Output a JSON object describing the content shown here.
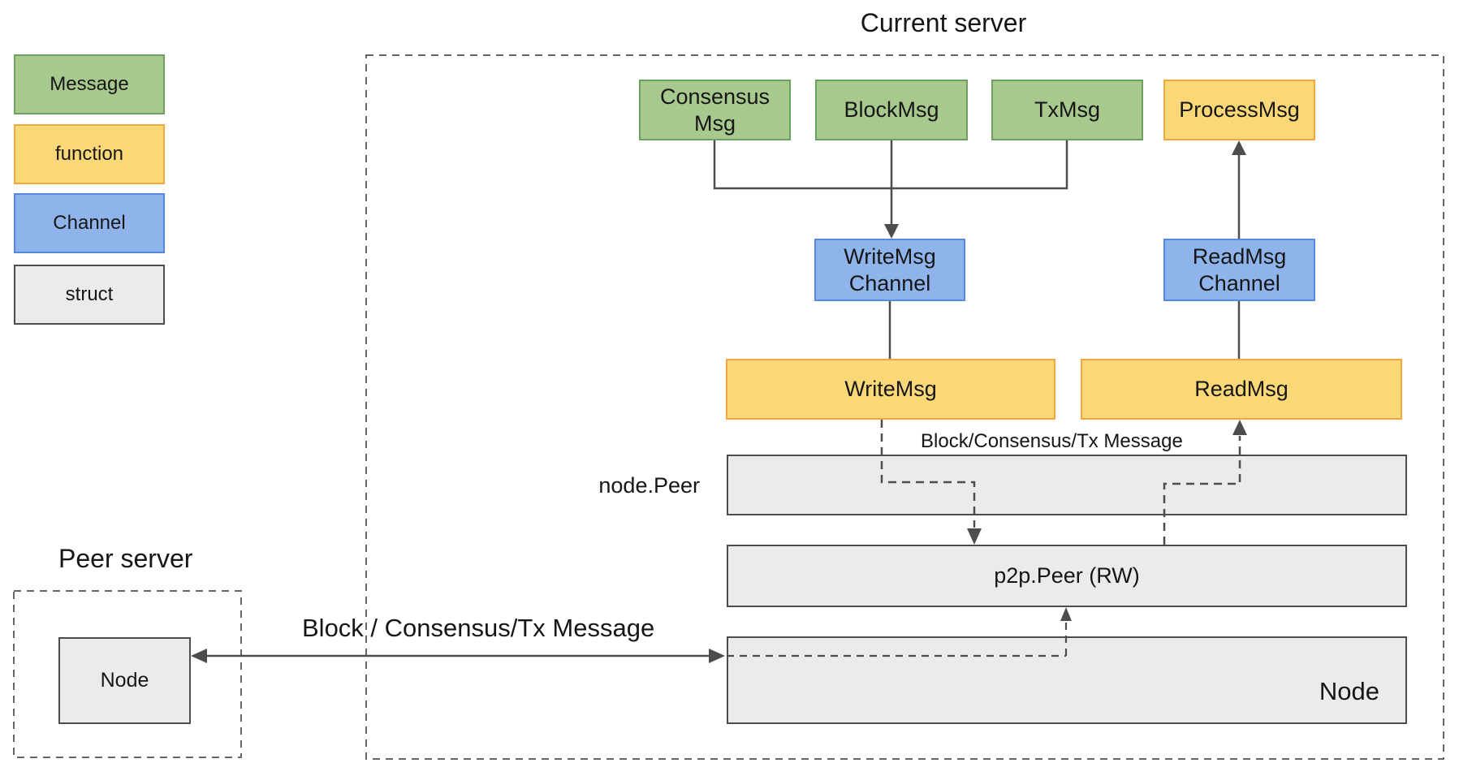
{
  "legend": {
    "items": [
      {
        "label": "Message",
        "type": "message"
      },
      {
        "label": "function",
        "type": "function"
      },
      {
        "label": "Channel",
        "type": "channel"
      },
      {
        "label": "struct",
        "type": "struct"
      }
    ]
  },
  "current_server": {
    "title": "Current server",
    "messages": {
      "consensus": "Consensus\nMsg",
      "block": "BlockMsg",
      "tx": "TxMsg"
    },
    "functions": {
      "process": "ProcessMsg",
      "write": "WriteMsg",
      "read": "ReadMsg"
    },
    "channels": {
      "write": "WriteMsg\nChannel",
      "read": "ReadMsg\nChannel"
    },
    "structs": {
      "p2p_peer": "p2p.Peer (RW)",
      "node": "Node"
    },
    "labels": {
      "node_peer": "node.Peer",
      "msg_flow": "Block/Consensus/Tx Message"
    }
  },
  "peer_server": {
    "title": "Peer server",
    "structs": {
      "node": "Node"
    }
  },
  "connection_label": "Block / Consensus/Tx Message",
  "colors": {
    "message_fill": "#a7c98e",
    "message_stroke": "#6aa15f",
    "function_fill": "#fbd877",
    "function_stroke": "#f1a73e",
    "channel_fill": "#8fb4ec",
    "channel_stroke": "#5588e0",
    "struct_fill": "#ebebeb",
    "struct_stroke": "#4d4d4d",
    "connector": "#4d4d4d",
    "region_border": "#666666",
    "text": "#161616"
  }
}
